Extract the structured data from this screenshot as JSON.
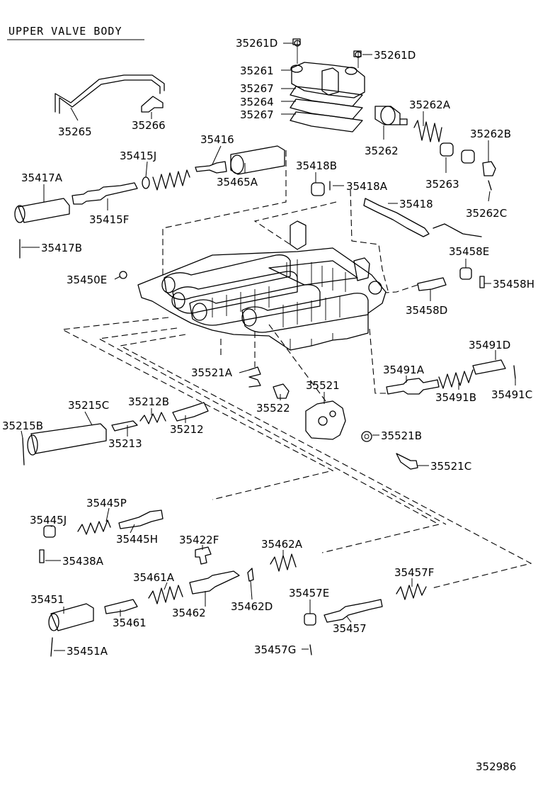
{
  "title": "UPPER VALVE BODY",
  "diagram_code": "352986",
  "parts": {
    "p35261D_top": "35261D",
    "p35261D_right": "35261D",
    "p35261": "35261",
    "p35267_a": "35267",
    "p35264": "35264",
    "p35267_b": "35267",
    "p35262A": "35262A",
    "p35262": "35262",
    "p35262B": "35262B",
    "p35263": "35263",
    "p35262C": "35262C",
    "p35265": "35265",
    "p35266": "35266",
    "p35416": "35416",
    "p35415J": "35415J",
    "p35417A": "35417A",
    "p35465A": "35465A",
    "p35415F": "35415F",
    "p35418B": "35418B",
    "p35418A": "35418A",
    "p35418": "35418",
    "p35417B": "35417B",
    "p35458E": "35458E",
    "p35450E": "35450E",
    "p35458H": "35458H",
    "p35458D": "35458D",
    "p35491D": "35491D",
    "p35491A": "35491A",
    "p35521A": "35521A",
    "p35521": "35521",
    "p35491B": "35491B",
    "p35491C": "35491C",
    "p35215C": "35215C",
    "p35212B": "35212B",
    "p35522": "35522",
    "p35215B": "35215B",
    "p35213": "35213",
    "p35212": "35212",
    "p35521B": "35521B",
    "p35521C": "35521C",
    "p35445P": "35445P",
    "p35445J": "35445J",
    "p35445H": "35445H",
    "p35422F": "35422F",
    "p35462A": "35462A",
    "p35438A": "35438A",
    "p35457F": "35457F",
    "p35461A": "35461A",
    "p35451": "35451",
    "p35462D": "35462D",
    "p35457E": "35457E",
    "p35461": "35461",
    "p35462": "35462",
    "p35457": "35457",
    "p35451A": "35451A",
    "p35457G": "35457G"
  }
}
